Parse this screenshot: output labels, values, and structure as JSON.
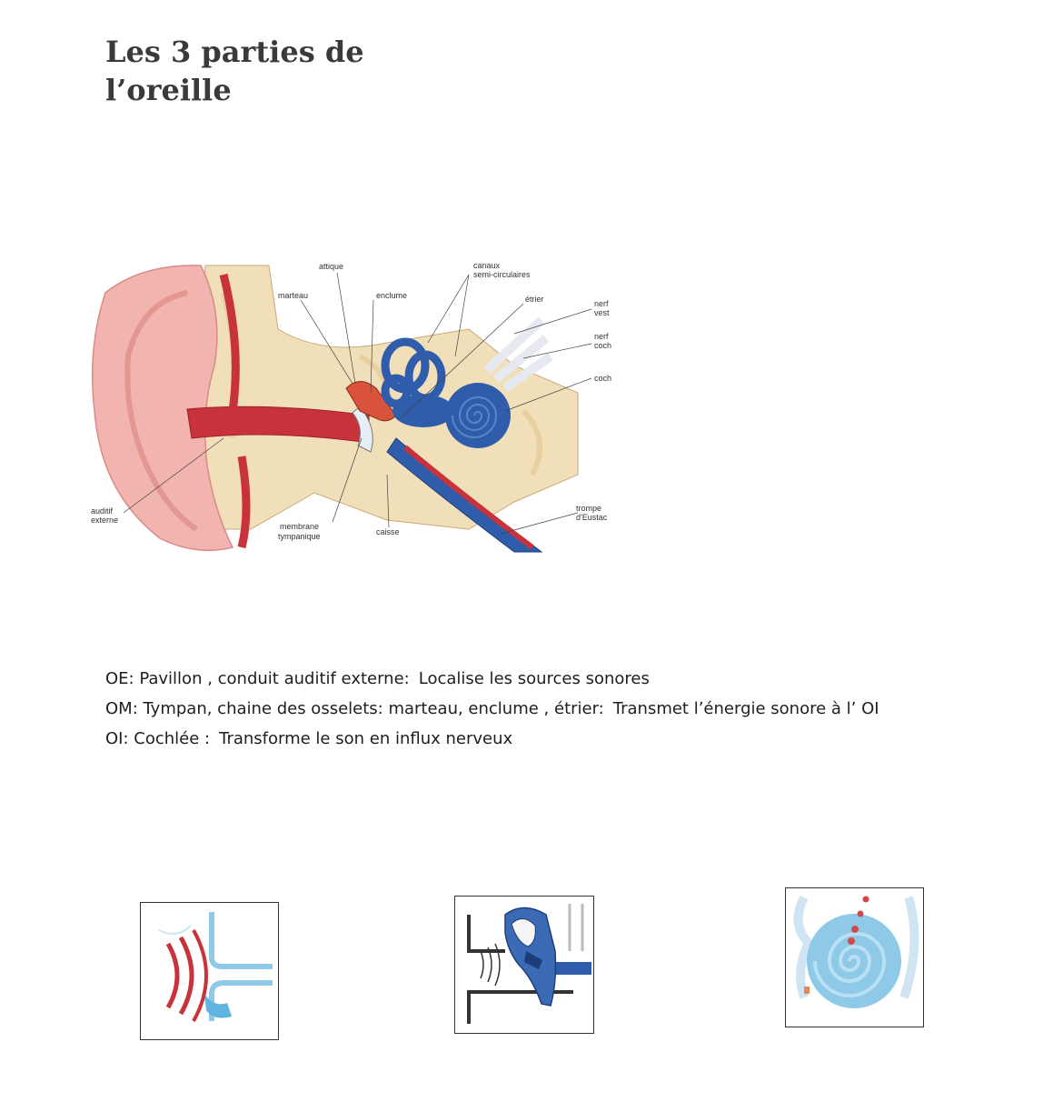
{
  "title": {
    "line1": "Les 3 parties de",
    "line2": "l’oreille"
  },
  "diagram": {
    "labels": {
      "attique": "attique",
      "marteau": "marteau",
      "enclume": "enclume",
      "canaux1": "canaux",
      "canaux2": "semi-circulaires",
      "etrier": "étrier",
      "nerf_vest1": "nerf",
      "nerf_vest2": "vest",
      "nerf_coch1": "nerf",
      "nerf_coch2": "coch",
      "cochlee": "coch",
      "auditif1": "auditif",
      "auditif2": "externe",
      "membrane1": "membrane",
      "membrane2": "tympanique",
      "caisse": "caisse",
      "trompe1": "trompe",
      "trompe2": "d'Eustac"
    }
  },
  "lines": [
    {
      "label": "OE: Pavillon , conduit auditif externe:",
      "text": "Localise les sources sonores"
    },
    {
      "label": "OM: Tympan, chaine des osselets:  marteau, enclume , étrier:",
      "text": "Transmet l’énergie sonore à l’ OI"
    },
    {
      "label": "OI: Cochlée :",
      "text": "Transforme le son en influx nerveux"
    }
  ],
  "colors": {
    "red": "#c8323a",
    "blue": "#2f5cab",
    "skin": "#f2b4ae",
    "bone": "#f1dfba",
    "light_blue": "#8ec9e8"
  }
}
